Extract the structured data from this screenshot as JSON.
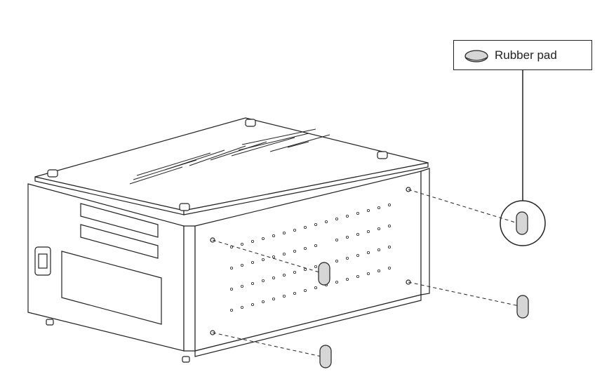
{
  "legend": {
    "label": "Rubber pad",
    "icon": "rubber-pad-icon"
  },
  "diagram": {
    "subject": "PC chassis bottom view with rubber pad placement",
    "pad_count": 3,
    "colors": {
      "line": "#222222",
      "pad_fill": "#d6d6d6",
      "background": "#ffffff"
    }
  }
}
